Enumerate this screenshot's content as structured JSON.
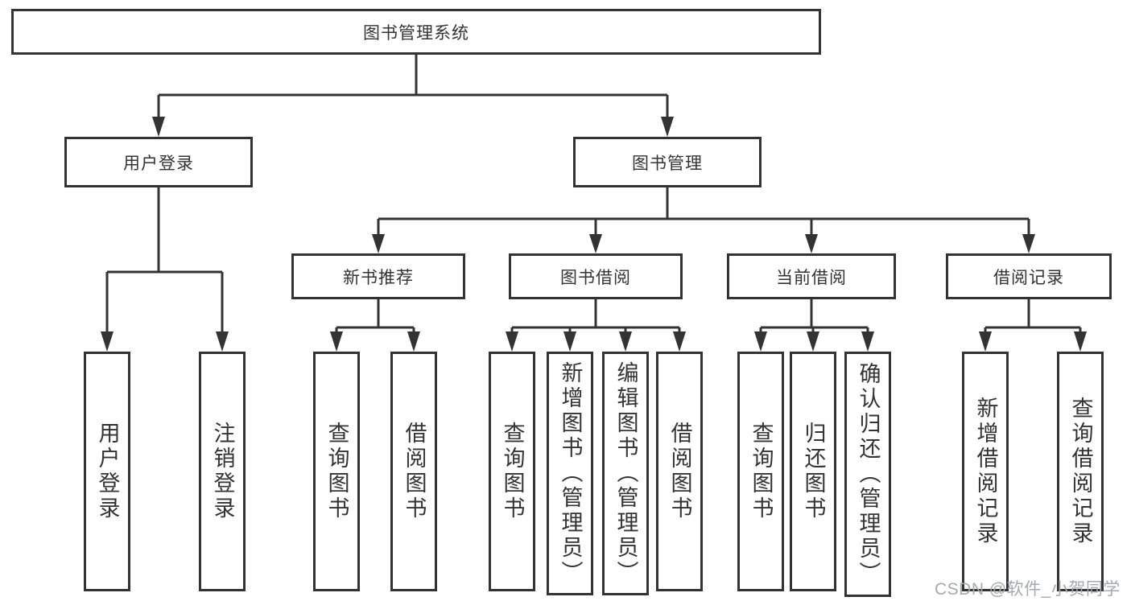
{
  "diagram": {
    "root": {
      "label": "图书管理系统"
    },
    "branches": [
      {
        "label": "用户登录",
        "children": [
          {
            "label": "用户登录"
          },
          {
            "label": "注销登录"
          }
        ]
      },
      {
        "label": "图书管理",
        "children": [
          {
            "label": "新书推荐",
            "children": [
              {
                "label": "查询图书"
              },
              {
                "label": "借阅图书"
              }
            ]
          },
          {
            "label": "图书借阅",
            "children": [
              {
                "label": "查询图书"
              },
              {
                "label": "新增图书（管理员）"
              },
              {
                "label": "编辑图书（管理员）"
              },
              {
                "label": "借阅图书"
              }
            ]
          },
          {
            "label": "当前借阅",
            "children": [
              {
                "label": "查询图书"
              },
              {
                "label": "归还图书"
              },
              {
                "label": "确认归还（管理员）"
              }
            ]
          },
          {
            "label": "借阅记录",
            "children": [
              {
                "label": "新增借阅记录"
              },
              {
                "label": "查询借阅记录"
              }
            ]
          }
        ]
      }
    ]
  },
  "watermark": {
    "text": "CSDN @软件_小贺同学"
  },
  "colors": {
    "line": "#333333",
    "box_border": "#333333",
    "box_fill": "#ffffff",
    "text": "#333333",
    "watermark_text": "#a7a9b0"
  }
}
